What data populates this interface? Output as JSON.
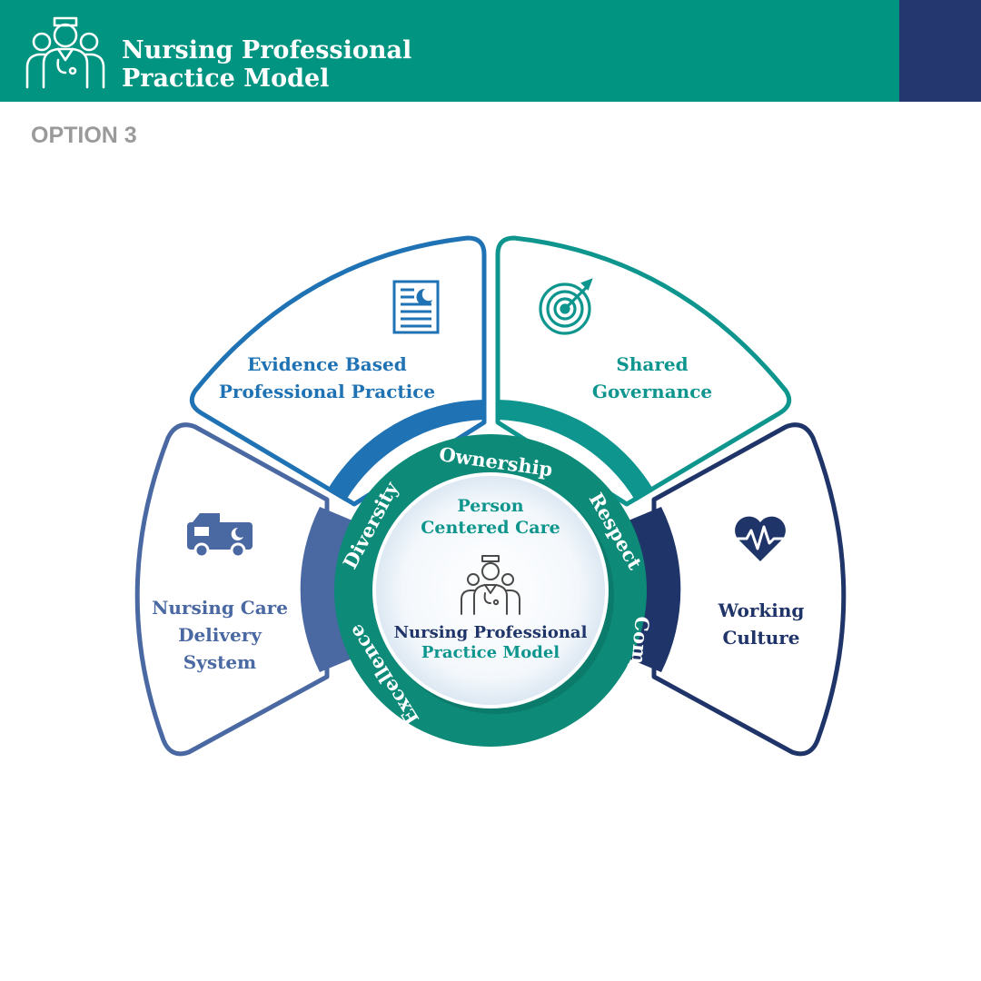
{
  "header": {
    "title_line1": "Nursing Professional",
    "title_line2": "Practice Model",
    "logo_icon": "nurses-group-icon"
  },
  "option_label": "OPTION 3",
  "segments": {
    "evidence": {
      "line1": "Evidence Based",
      "line2": "Professional Practice",
      "icon": "document-moon-icon",
      "color": "#1f72b3"
    },
    "governance": {
      "line1": "Shared",
      "line2": "Governance",
      "icon": "target-icon",
      "color": "#0e958e"
    },
    "delivery": {
      "line1": "Nursing Care",
      "line2": "Delivery",
      "line3": "System",
      "icon": "ambulance-icon",
      "color": "#4a68a2"
    },
    "culture": {
      "line1": "Working",
      "line2": "Culture",
      "icon": "heart-pulse-icon",
      "color": "#1f3468"
    }
  },
  "values_ring": {
    "ownership": "Ownership",
    "respect": "Respect",
    "compassion": "Compassion",
    "excellence": "Excellence",
    "diversity": "Diversity"
  },
  "center": {
    "line1": "Person",
    "line2": "Centered Care",
    "title_line1": "Nursing Professional",
    "title_line2": "Practice Model",
    "icon": "nurses-group-icon"
  },
  "colors": {
    "header": "#019481",
    "header_accent": "#24386f",
    "ring": "#0d8a78",
    "center_fill": "#eef5fb"
  }
}
